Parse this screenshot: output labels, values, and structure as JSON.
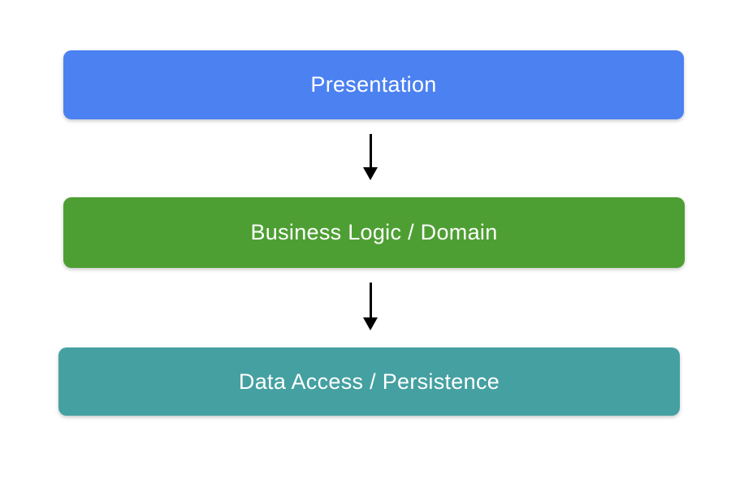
{
  "diagram": {
    "type": "layered-architecture-flow",
    "background_color": "#ffffff",
    "text_color": "#ffffff",
    "arrow_color": "#000000",
    "layers": [
      {
        "label": "Presentation",
        "color": "#4B81F1"
      },
      {
        "label": "Business Logic / Domain",
        "color": "#4E9F33"
      },
      {
        "label": "Data Access / Persistence",
        "color": "#45A0A1"
      }
    ],
    "connectors": [
      {
        "from": "Presentation",
        "to": "Business Logic / Domain",
        "direction": "down"
      },
      {
        "from": "Business Logic / Domain",
        "to": "Data Access / Persistence",
        "direction": "down"
      }
    ]
  }
}
